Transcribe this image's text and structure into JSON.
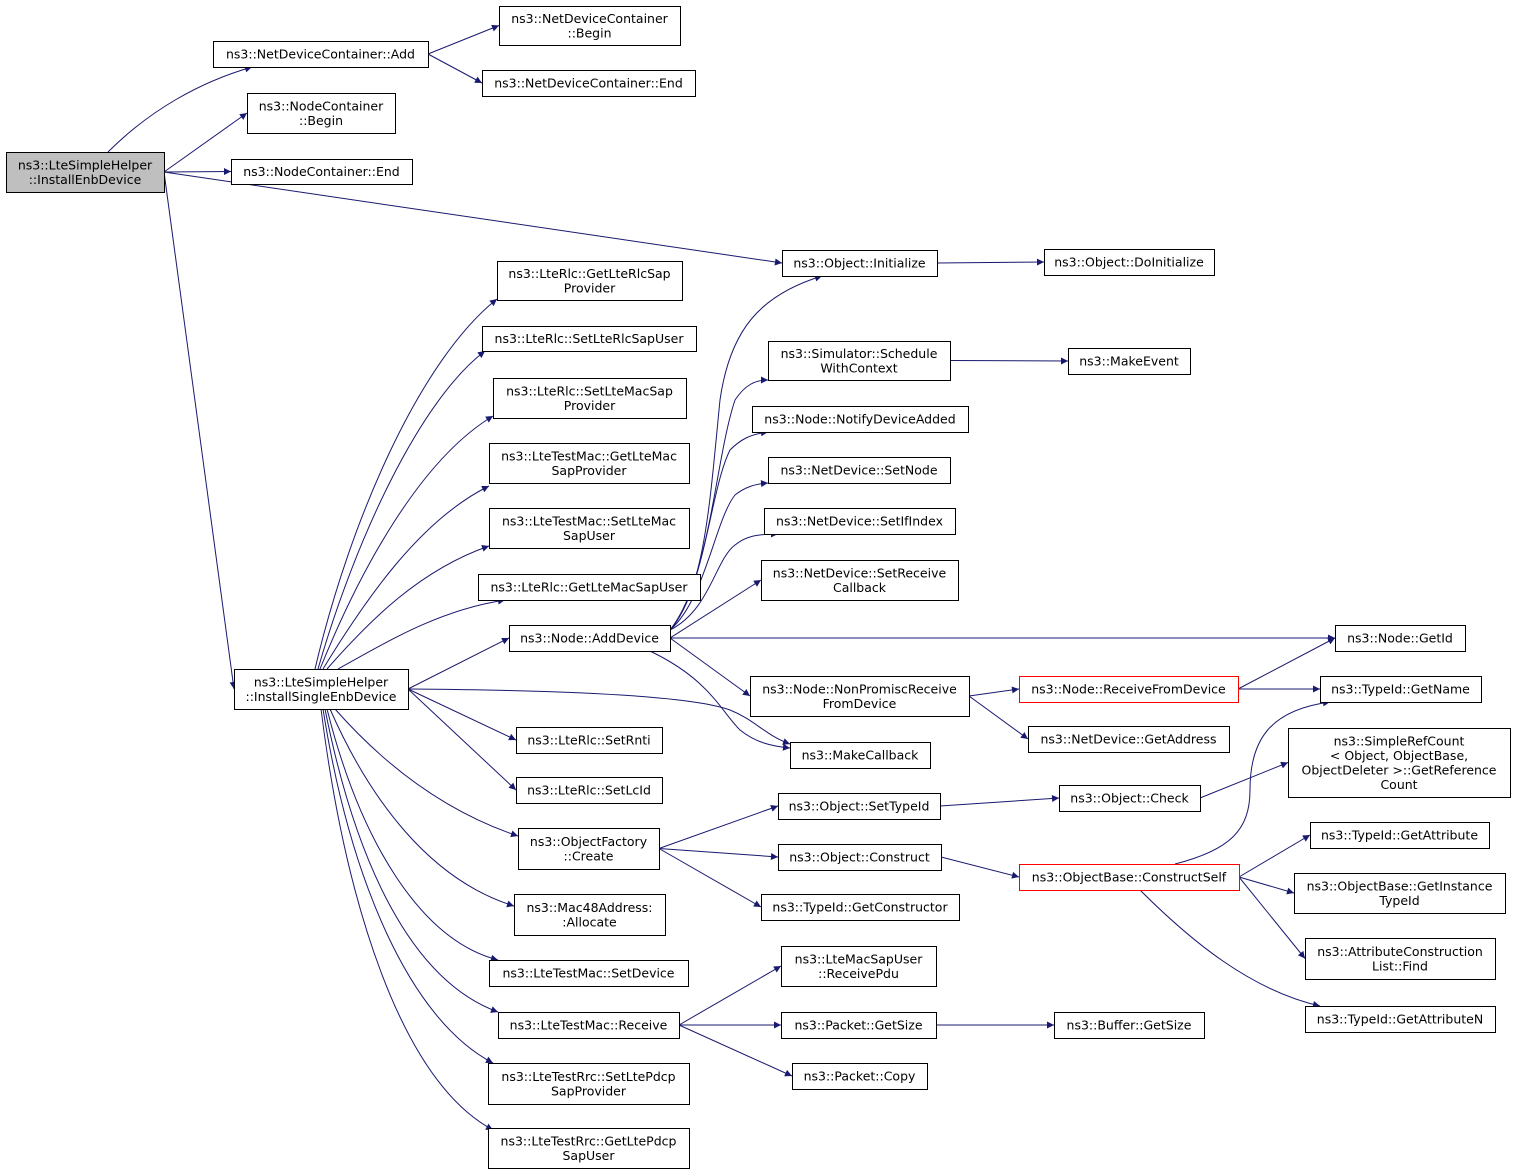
{
  "nodes": {
    "lte_simple_helper_install_enb_device": [
      "ns3::LteSimpleHelper",
      "::InstallEnbDevice"
    ],
    "net_device_container_add": [
      "ns3::NetDeviceContainer::Add"
    ],
    "net_device_container_begin": [
      "ns3::NetDeviceContainer",
      "::Begin"
    ],
    "net_device_container_end": [
      "ns3::NetDeviceContainer::End"
    ],
    "node_container_begin": [
      "ns3::NodeContainer",
      "::Begin"
    ],
    "node_container_end": [
      "ns3::NodeContainer::End"
    ],
    "object_initialize": [
      "ns3::Object::Initialize"
    ],
    "object_do_initialize": [
      "ns3::Object::DoInitialize"
    ],
    "lte_rlc_get_lte_rlc_sap_provider": [
      "ns3::LteRlc::GetLteRlcSap",
      "Provider"
    ],
    "lte_rlc_set_lte_rlc_sap_user": [
      "ns3::LteRlc::SetLteRlcSapUser"
    ],
    "lte_rlc_set_lte_mac_sap_provider": [
      "ns3::LteRlc::SetLteMacSap",
      "Provider"
    ],
    "lte_test_mac_get_lte_mac_sap_provider": [
      "ns3::LteTestMac::GetLteMac",
      "SapProvider"
    ],
    "lte_test_mac_set_lte_mac_sap_user": [
      "ns3::LteTestMac::SetLteMac",
      "SapUser"
    ],
    "lte_rlc_get_lte_mac_sap_user": [
      "ns3::LteRlc::GetLteMacSapUser"
    ],
    "simulator_schedule_with_context": [
      "ns3::Simulator::Schedule",
      "WithContext"
    ],
    "make_event": [
      "ns3::MakeEvent"
    ],
    "node_notify_device_added": [
      "ns3::Node::NotifyDeviceAdded"
    ],
    "net_device_set_node": [
      "ns3::NetDevice::SetNode"
    ],
    "net_device_set_if_index": [
      "ns3::NetDevice::SetIfIndex"
    ],
    "net_device_set_receive_callback": [
      "ns3::NetDevice::SetReceive",
      "Callback"
    ],
    "node_add_device": [
      "ns3::Node::AddDevice"
    ],
    "node_get_id": [
      "ns3::Node::GetId"
    ],
    "lte_simple_helper_install_single_enb_device": [
      "ns3::LteSimpleHelper",
      "::InstallSingleEnbDevice"
    ],
    "node_non_promisc_receive_from_device": [
      "ns3::Node::NonPromiscReceive",
      "FromDevice"
    ],
    "node_receive_from_device": [
      "ns3::Node::ReceiveFromDevice"
    ],
    "type_id_get_name": [
      "ns3::TypeId::GetName"
    ],
    "make_callback": [
      "ns3::MakeCallback"
    ],
    "net_device_get_address": [
      "ns3::NetDevice::GetAddress"
    ],
    "lte_rlc_set_rnti": [
      "ns3::LteRlc::SetRnti"
    ],
    "simple_ref_count_get_reference_count": [
      "ns3::SimpleRefCount",
      "< Object, ObjectBase,",
      "ObjectDeleter >::GetReference",
      "Count"
    ],
    "lte_rlc_set_lc_id": [
      "ns3::LteRlc::SetLcId"
    ],
    "object_set_type_id": [
      "ns3::Object::SetTypeId"
    ],
    "object_check": [
      "ns3::Object::Check"
    ],
    "object_factory_create": [
      "ns3::ObjectFactory",
      "::Create"
    ],
    "type_id_get_attribute": [
      "ns3::TypeId::GetAttribute"
    ],
    "object_construct": [
      "ns3::Object::Construct"
    ],
    "object_base_construct_self": [
      "ns3::ObjectBase::ConstructSelf"
    ],
    "object_base_get_instance_type_id": [
      "ns3::ObjectBase::GetInstance",
      "TypeId"
    ],
    "type_id_get_constructor": [
      "ns3::TypeId::GetConstructor"
    ],
    "mac48_address_allocate": [
      "ns3::Mac48Address:",
      ":Allocate"
    ],
    "attribute_construction_list_find": [
      "ns3::AttributeConstruction",
      "List::Find"
    ],
    "lte_test_mac_set_device": [
      "ns3::LteTestMac::SetDevice"
    ],
    "lte_mac_sap_user_receive_pdu": [
      "ns3::LteMacSapUser",
      "::ReceivePdu"
    ],
    "type_id_get_attribute_n": [
      "ns3::TypeId::GetAttributeN"
    ],
    "lte_test_mac_receive": [
      "ns3::LteTestMac::Receive"
    ],
    "packet_get_size": [
      "ns3::Packet::GetSize"
    ],
    "buffer_get_size": [
      "ns3::Buffer::GetSize"
    ],
    "packet_copy": [
      "ns3::Packet::Copy"
    ],
    "lte_test_rrc_set_lte_pdcp_sap_provider": [
      "ns3::LteTestRrc::SetLtePdcp",
      "SapProvider"
    ],
    "lte_test_rrc_get_lte_pdcp_sap_user": [
      "ns3::LteTestRrc::GetLtePdcp",
      "SapUser"
    ]
  },
  "highlighted_node": "lte_simple_helper_install_enb_device",
  "nodes_with_hidden_callees": [
    "node_receive_from_device",
    "object_base_construct_self"
  ],
  "edges": [
    [
      "lte_simple_helper_install_enb_device",
      "net_device_container_add"
    ],
    [
      "lte_simple_helper_install_enb_device",
      "node_container_begin"
    ],
    [
      "lte_simple_helper_install_enb_device",
      "node_container_end"
    ],
    [
      "lte_simple_helper_install_enb_device",
      "object_initialize"
    ],
    [
      "lte_simple_helper_install_enb_device",
      "lte_simple_helper_install_single_enb_device"
    ],
    [
      "net_device_container_add",
      "net_device_container_begin"
    ],
    [
      "net_device_container_add",
      "net_device_container_end"
    ],
    [
      "object_initialize",
      "object_do_initialize"
    ],
    [
      "lte_simple_helper_install_single_enb_device",
      "lte_rlc_get_lte_rlc_sap_provider"
    ],
    [
      "lte_simple_helper_install_single_enb_device",
      "lte_rlc_set_lte_rlc_sap_user"
    ],
    [
      "lte_simple_helper_install_single_enb_device",
      "lte_rlc_set_lte_mac_sap_provider"
    ],
    [
      "lte_simple_helper_install_single_enb_device",
      "lte_test_mac_get_lte_mac_sap_provider"
    ],
    [
      "lte_simple_helper_install_single_enb_device",
      "lte_test_mac_set_lte_mac_sap_user"
    ],
    [
      "lte_simple_helper_install_single_enb_device",
      "lte_rlc_get_lte_mac_sap_user"
    ],
    [
      "lte_simple_helper_install_single_enb_device",
      "node_add_device"
    ],
    [
      "lte_simple_helper_install_single_enb_device",
      "make_callback"
    ],
    [
      "lte_simple_helper_install_single_enb_device",
      "lte_rlc_set_rnti"
    ],
    [
      "lte_simple_helper_install_single_enb_device",
      "lte_rlc_set_lc_id"
    ],
    [
      "lte_simple_helper_install_single_enb_device",
      "object_factory_create"
    ],
    [
      "lte_simple_helper_install_single_enb_device",
      "mac48_address_allocate"
    ],
    [
      "lte_simple_helper_install_single_enb_device",
      "lte_test_mac_set_device"
    ],
    [
      "lte_simple_helper_install_single_enb_device",
      "lte_test_mac_receive"
    ],
    [
      "lte_simple_helper_install_single_enb_device",
      "lte_test_rrc_set_lte_pdcp_sap_provider"
    ],
    [
      "lte_simple_helper_install_single_enb_device",
      "lte_test_rrc_get_lte_pdcp_sap_user"
    ],
    [
      "node_add_device",
      "object_initialize"
    ],
    [
      "node_add_device",
      "simulator_schedule_with_context"
    ],
    [
      "node_add_device",
      "node_notify_device_added"
    ],
    [
      "node_add_device",
      "net_device_set_node"
    ],
    [
      "node_add_device",
      "net_device_set_if_index"
    ],
    [
      "node_add_device",
      "net_device_set_receive_callback"
    ],
    [
      "node_add_device",
      "node_get_id"
    ],
    [
      "node_add_device",
      "node_non_promisc_receive_from_device"
    ],
    [
      "node_add_device",
      "make_callback"
    ],
    [
      "simulator_schedule_with_context",
      "make_event"
    ],
    [
      "node_non_promisc_receive_from_device",
      "node_receive_from_device"
    ],
    [
      "node_non_promisc_receive_from_device",
      "net_device_get_address"
    ],
    [
      "node_receive_from_device",
      "node_get_id"
    ],
    [
      "node_receive_from_device",
      "type_id_get_name"
    ],
    [
      "object_factory_create",
      "object_set_type_id"
    ],
    [
      "object_factory_create",
      "object_construct"
    ],
    [
      "object_factory_create",
      "type_id_get_constructor"
    ],
    [
      "object_set_type_id",
      "object_check"
    ],
    [
      "object_check",
      "simple_ref_count_get_reference_count"
    ],
    [
      "object_construct",
      "object_base_construct_self"
    ],
    [
      "object_base_construct_self",
      "type_id_get_name"
    ],
    [
      "object_base_construct_self",
      "type_id_get_attribute"
    ],
    [
      "object_base_construct_self",
      "object_base_get_instance_type_id"
    ],
    [
      "object_base_construct_self",
      "attribute_construction_list_find"
    ],
    [
      "object_base_construct_self",
      "type_id_get_attribute_n"
    ],
    [
      "lte_test_mac_receive",
      "lte_mac_sap_user_receive_pdu"
    ],
    [
      "lte_test_mac_receive",
      "packet_get_size"
    ],
    [
      "lte_test_mac_receive",
      "packet_copy"
    ],
    [
      "packet_get_size",
      "buffer_get_size"
    ]
  ],
  "colors": {
    "edge": "#191970",
    "node_border": "#000000",
    "node_fill": "#ffffff",
    "highlighted_fill": "#bfbfbf",
    "truncated_border": "#ff0000"
  }
}
